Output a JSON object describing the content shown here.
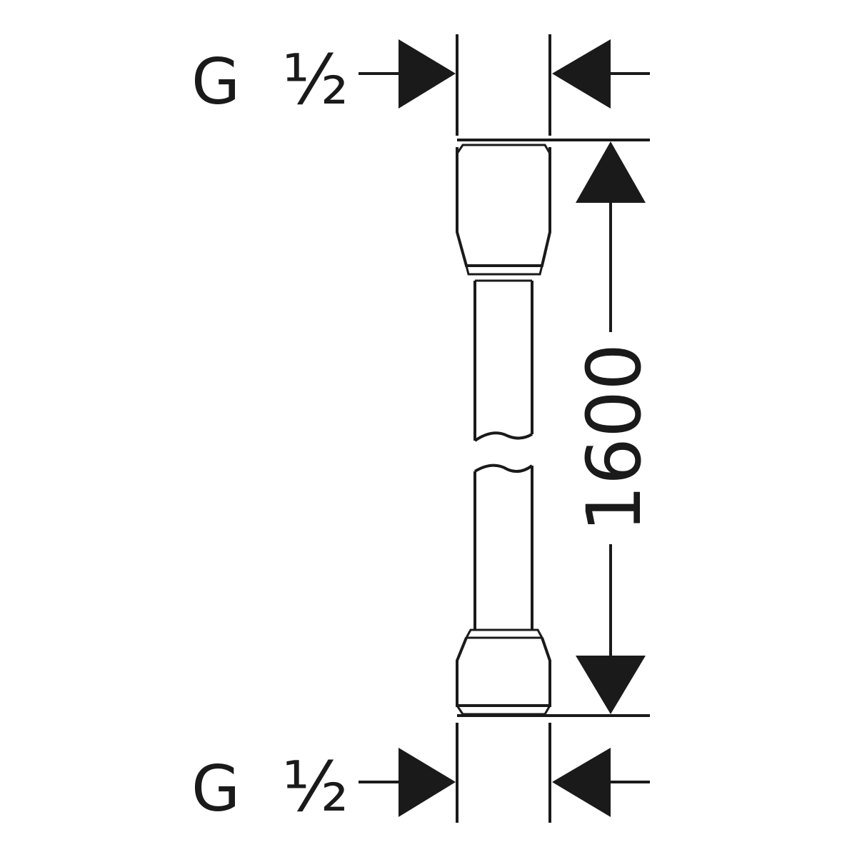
{
  "top_thread": {
    "letter": "G",
    "size": "½"
  },
  "bottom_thread": {
    "letter": "G",
    "size": "½"
  },
  "length_dimension": "1600",
  "colors": {
    "ink": "#1a1a1a",
    "background": "#ffffff"
  }
}
